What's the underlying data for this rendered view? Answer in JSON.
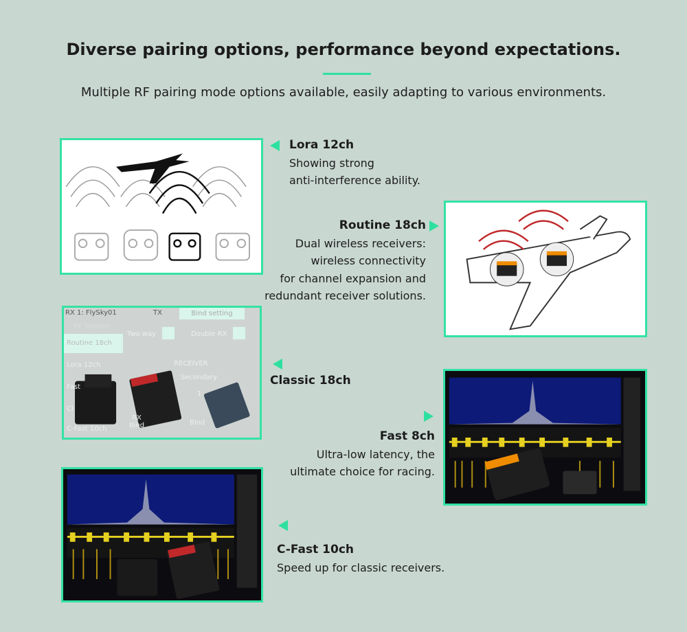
{
  "header": {
    "title": "Diverse pairing options, performance beyond expectations.",
    "subtitle": "Multiple RF pairing mode options available, easily adapting to various environments."
  },
  "features": [
    {
      "name": "Lora 12ch",
      "lines": [
        "Showing strong",
        "anti-interference ability."
      ]
    },
    {
      "name": "Routine 18ch",
      "lines": [
        "Dual wireless receivers:",
        "wireless connectivity",
        "for channel expansion and",
        "redundant receiver solutions."
      ]
    },
    {
      "name": "Classic 18ch",
      "lines": []
    },
    {
      "name": "Fast 8ch",
      "lines": [
        "Ultra-low latency, the",
        "ultimate choice for racing."
      ]
    },
    {
      "name": "C-Fast 10ch",
      "lines": [
        "Speed up for classic receivers."
      ]
    }
  ],
  "screen": {
    "rx_label": "RX",
    "model": "1: FlySky01",
    "tx_label": "TX",
    "tab": "Bind setting",
    "menu_title": "RF System",
    "menu": [
      "Routine 18ch",
      "Lora 12ch",
      "Fast",
      "Cl",
      "C-Fast 10ch"
    ],
    "two_way": "Two way",
    "double_rx": "Double RX",
    "receiver": "RECEIVER",
    "secondary": "Secondary",
    "rx_bind": "RX Bind",
    "bind": "Bind",
    "value": "1"
  },
  "colors": {
    "accent": "#2ee0a0",
    "background": "#c9d7d1"
  }
}
